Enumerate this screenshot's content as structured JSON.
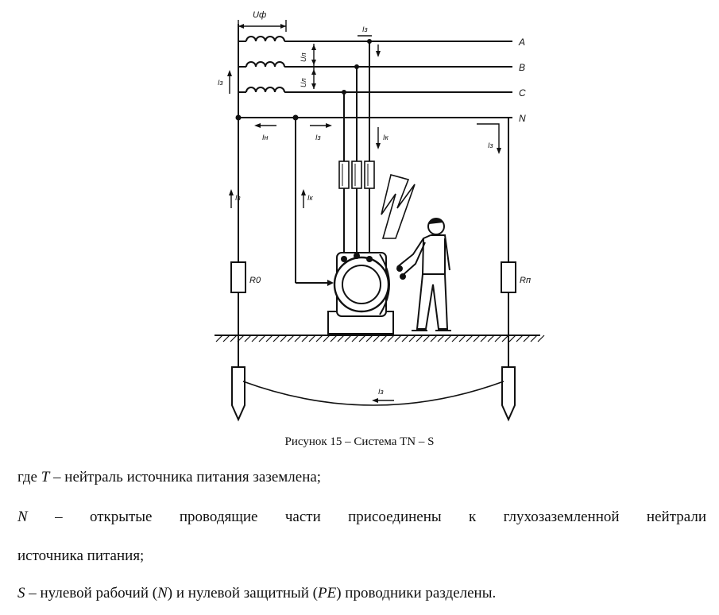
{
  "figure": {
    "caption": "Рисунок 15 – Система TN – S",
    "labels": {
      "u_phase": "Uф",
      "u_l1": "Uл",
      "u_l2": "Uл",
      "i_left": "Iз",
      "i_top": "Iз",
      "i_n_left": "Iн",
      "i_z_mid": "Iз",
      "i_k_mid": "Iк",
      "i_z_right": "Iз",
      "i_z_up": "Iз",
      "i_k_up": "Iк",
      "i_z_ground": "Iз",
      "r_left": "R0",
      "r_right": "Rп"
    },
    "phases": [
      "A",
      "B",
      "C",
      "N"
    ]
  },
  "text": {
    "line1_pre": "где ",
    "line1_sym": "T",
    "line1_post": " – нейтраль источника питания заземлена;",
    "line2_sym": "N",
    "line2_post": " – открытые проводящие части присоединены к глухозаземленной нейтрали",
    "line3": "источника питания;",
    "line4_sym1": "S",
    "line4_a": " – нулевой рабочий (",
    "line4_sym2": "N",
    "line4_b": ") и нулевой защитный (",
    "line4_sym3": "PE",
    "line4_c": ") проводники разделены."
  }
}
